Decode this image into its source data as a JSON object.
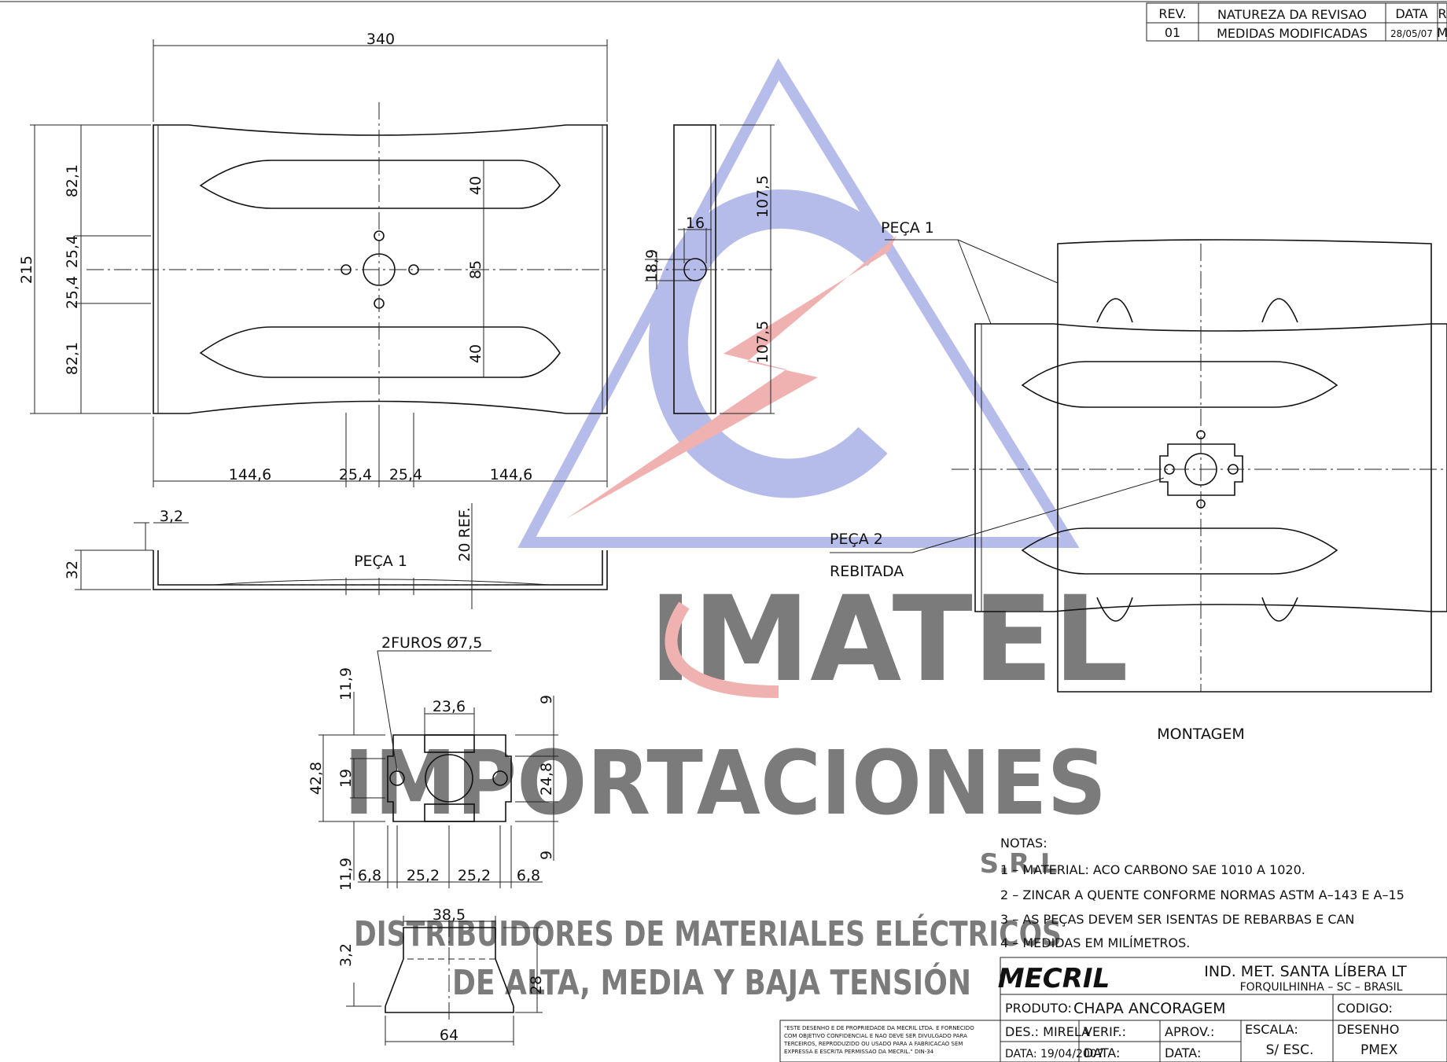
{
  "revision_table": {
    "headers": [
      "REV.",
      "NATUREZA DA REVISAO",
      "DATA",
      "R"
    ],
    "rows": [
      [
        "01",
        "MEDIDAS MODIFICADAS",
        "28/05/07",
        "M"
      ]
    ]
  },
  "views": {
    "top": {
      "dims": {
        "width": "340",
        "total_height": "215",
        "slot_h_top": "82,1",
        "hole_off_top": "25,4",
        "hole_off_bottom": "25,4",
        "slot_h_bottom": "82,1",
        "slot_width_top": "40",
        "slot_spacing": "85",
        "slot_width_bottom": "40",
        "bottom_left": "144,6",
        "bottom_mid_left": "25,4",
        "bottom_mid_right": "25,4",
        "bottom_right": "144,6"
      }
    },
    "side": {
      "dims": {
        "thk": "16",
        "hole": "18,9",
        "upper": "107,5",
        "lower": "107,5"
      }
    },
    "section": {
      "thickness": "3,2",
      "height": "32",
      "ref": "20 REF.",
      "label": "PEÇA 1"
    },
    "part2": {
      "holes_note": "2FUROS Ø7,5",
      "dims": {
        "top_gap": "11,9",
        "height": "42,8",
        "inner": "19",
        "center_w": "23,6",
        "right_top": "9",
        "right_mid": "24,8",
        "right_bottom": "9",
        "bottom_gap": "11,9",
        "b1": "6,8",
        "b2": "25,2",
        "b3": "25,2",
        "b4": "6,8"
      }
    },
    "part2_side": {
      "width_top": "38,5",
      "thk": "3,2",
      "height": "28",
      "width_bottom": "64"
    },
    "assembly": {
      "label_part1": "PEÇA 1",
      "label_part2": "PEÇA 2",
      "label_riveted": "REBITADA",
      "caption": "MONTAGEM"
    }
  },
  "notes": {
    "heading": "NOTAS:",
    "items": [
      "1 – MATERIAL:  ACO CARBONO SAE 1010 A 1020.",
      "2 – ZINCAR A QUENTE CONFORME NORMAS ASTM A–143 E A–15",
      "3 – AS PEÇAS DEVEM SER ISENTAS DE REBARBAS E CAN",
      "4 – MEDIDAS EM MILÍMETROS."
    ]
  },
  "title_block": {
    "logo": "MECRIL",
    "company": "IND. MET. SANTA LÍBERA LT",
    "location": "FORQUILHINHA – SC – BRASIL",
    "produto_label": "PRODUTO:",
    "produto": "CHAPA ANCORAGEM",
    "codigo_label": "CODIGO:",
    "des": "DES.: MIRELA",
    "verif": "VERIF.:",
    "aprov": "APROV.:",
    "escala_label": "ESCALA:",
    "escala": "S/ ESC.",
    "desenho_label": "DESENHO",
    "desenho": "PMEX",
    "data_des": "DATA: 19/04/2007",
    "data_verif": "DATA:",
    "data_aprov": "DATA:",
    "disclaimer": [
      "\"ESTE DESENHO E DE PROPRIEDADE DA MECRIL LTDA.  E FORNECIDO",
      "COM OBJETIVO CONFIDENCIAL E NAO DEVE SER DIVULGADO PARA",
      "TERCEIROS, REPRODUZIDO OU USADO PARA A FABRICACAO SEM",
      "EXPRESSA E ESCRITA PERMISSAO DA MECRIL.\" DIN-34"
    ]
  },
  "watermark": {
    "brand": "IMATEL",
    "line1": "IMPORTACIONES",
    "srl": "S.R.L",
    "line2": "DISTRIBUIDORES DE MATERIALES ELÉCTRICOS",
    "line3": "DE ALTA, MEDIA Y BAJA TENSIÓN",
    "colors": {
      "red": "#e57373",
      "blue": "#7b86d8",
      "gray": "#9e9e9e"
    }
  }
}
